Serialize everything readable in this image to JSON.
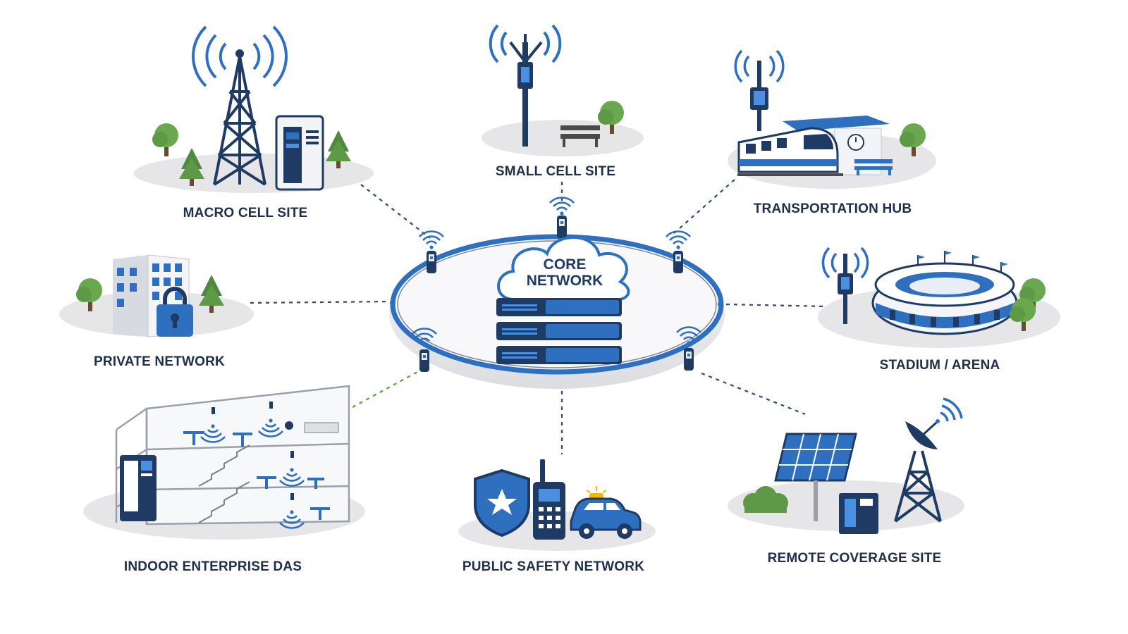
{
  "core": {
    "line1": "CORE",
    "line2": "NETWORK"
  },
  "sites": {
    "macro": "MACRO CELL SITE",
    "small": "SMALL CELL SITE",
    "transport": "TRANSPORTATION HUB",
    "private": "PRIVATE NETWORK",
    "stadium": "STADIUM / ARENA",
    "indoor": "INDOOR ENTERPRISE DAS",
    "safety": "PUBLIC SAFETY NETWORK",
    "remote": "REMOTE COVERAGE SITE"
  },
  "colors": {
    "navy": "#1f3b63",
    "blue": "#2f6fc0",
    "light_blue": "#4a8fe0",
    "green": "#5fa03c",
    "grey_base": "#e6e6e8",
    "dotted_navy": "#2a4a7a",
    "dotted_green": "#5fa03c"
  }
}
